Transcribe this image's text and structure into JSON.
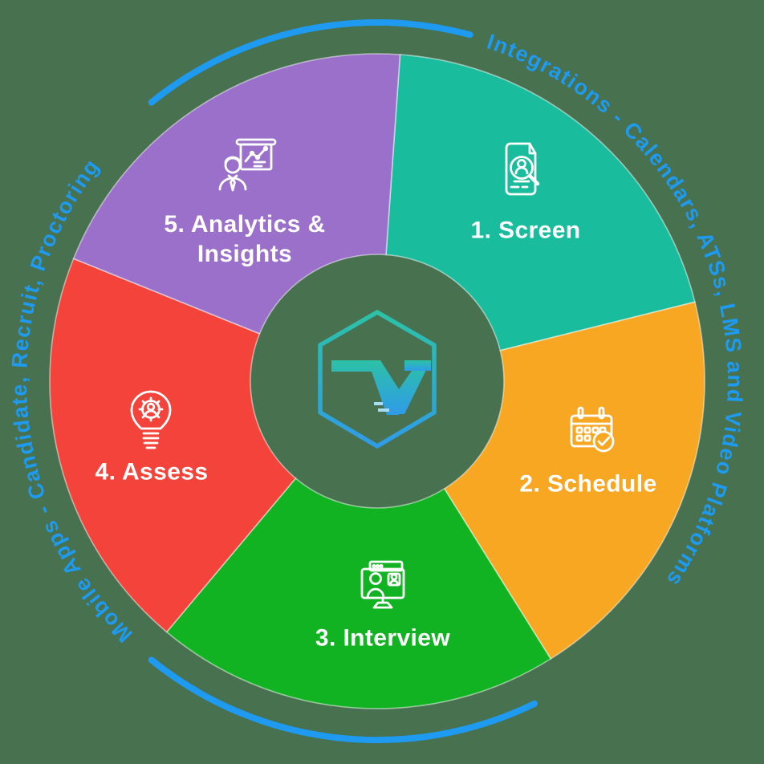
{
  "canvas": {
    "background": "#47714F"
  },
  "ring": {
    "arc_color": "#1E9AF0",
    "integrations_text": "Integrations - Calendars, ATSs, LMS and Video Platforms",
    "mobile_text": "Mobile Apps - Candidate, Recruit, Proctoring"
  },
  "segments": [
    {
      "id": "screen",
      "label": "1. Screen",
      "color": "#19BC9C",
      "icon": "document-search-icon"
    },
    {
      "id": "schedule",
      "label": "2. Schedule",
      "color": "#F7A722",
      "icon": "calendar-check-icon"
    },
    {
      "id": "interview",
      "label": "3. Interview",
      "color": "#12B322",
      "icon": "video-interview-icon"
    },
    {
      "id": "assess",
      "label": "4. Assess",
      "color": "#F4433A",
      "icon": "lightbulb-gear-icon"
    },
    {
      "id": "analytics",
      "label": "5. Analytics & Insights",
      "color": "#9B70CA",
      "icon": "presenter-chart-icon"
    }
  ],
  "logo": {
    "name": "talview-hexagon-logo",
    "gradient_top": "#2CC2A7",
    "gradient_bottom": "#2F9BE8",
    "accent": "#A6DCF6"
  }
}
